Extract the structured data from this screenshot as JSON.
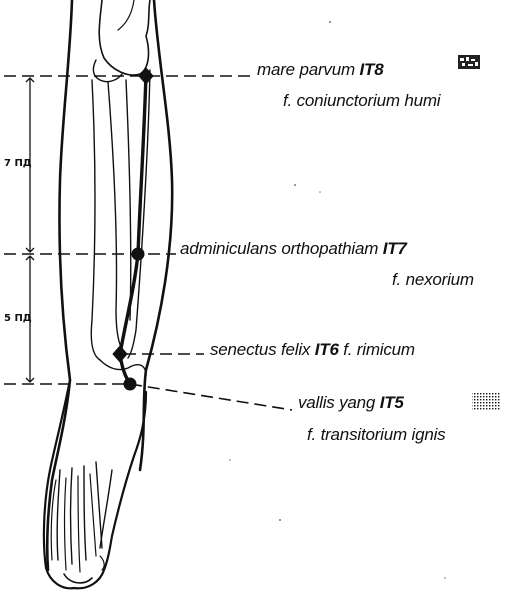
{
  "measurements": [
    {
      "id": "upper",
      "label": "7 ПД"
    },
    {
      "id": "lower",
      "label": "5 ПД"
    }
  ],
  "points": [
    {
      "id": "it8",
      "name": "mare parvum",
      "code": "IT8",
      "subtitle": "f. coniunctorium humi",
      "marker": "fire-element-icon"
    },
    {
      "id": "it7",
      "name": "adminiculans orthopathiam",
      "code": "IT7",
      "subtitle": "f. nexorium"
    },
    {
      "id": "it6",
      "name": "senectus felix",
      "code": "IT6",
      "subtitle": "f. rimicum"
    },
    {
      "id": "it5",
      "name": "vallis yang",
      "code": "IT5",
      "subtitle": "f. transitorium ignis",
      "marker": "dotted-pattern-icon"
    }
  ],
  "colors": {
    "ink": "#111111",
    "paper": "#ffffff"
  }
}
